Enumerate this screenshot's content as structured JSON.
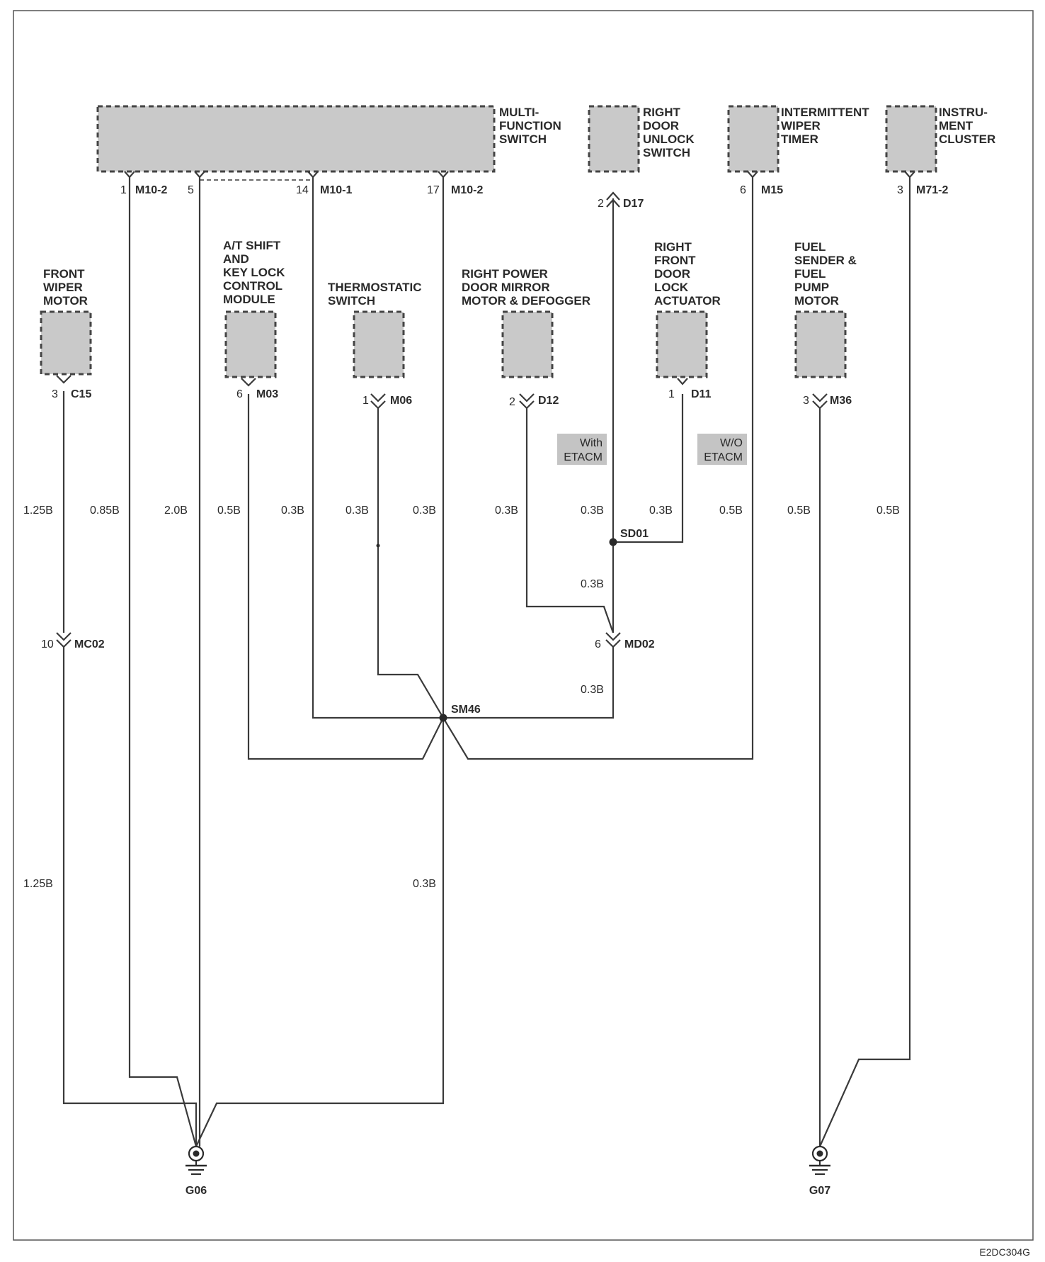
{
  "components": {
    "multi_function_switch": [
      "MULTI-",
      "FUNCTION",
      "SWITCH"
    ],
    "right_door_unlock_switch": [
      "RIGHT",
      "DOOR",
      "UNLOCK",
      "SWITCH"
    ],
    "intermittent_wiper_timer": [
      "INTERMITTENT",
      "WIPER",
      "TIMER"
    ],
    "instrument_cluster": [
      "INSTRU-",
      "MENT",
      "CLUSTER"
    ],
    "front_wiper_motor": [
      "FRONT",
      "WIPER",
      "MOTOR"
    ],
    "at_shift_key_lock": [
      "A/T SHIFT",
      "AND",
      "KEY LOCK",
      "CONTROL",
      "MODULE"
    ],
    "thermostatic_switch": [
      "THERMOSTATIC",
      "SWITCH"
    ],
    "right_power_door_mirror": [
      "RIGHT POWER",
      "DOOR MIRROR",
      "MOTOR & DEFOGGER"
    ],
    "right_front_door_lock_actuator": [
      "RIGHT",
      "FRONT",
      "DOOR",
      "LOCK",
      "ACTUATOR"
    ],
    "fuel_sender_pump": [
      "FUEL",
      "SENDER &",
      "FUEL",
      "PUMP",
      "MOTOR"
    ]
  },
  "pins": {
    "mfs_1": "1",
    "mfs_5": "5",
    "mfs_14": "14",
    "mfs_17": "17",
    "d17": "2",
    "m15": "6",
    "m71": "3",
    "c15": "3",
    "m03": "6",
    "m06": "1",
    "d12": "2",
    "d11": "1",
    "m36": "3",
    "mc02": "10",
    "md02": "6"
  },
  "connectors": {
    "m10_2a": "M10-2",
    "m10_1": "M10-1",
    "m10_2b": "M10-2",
    "d17": "D17",
    "m15": "M15",
    "m71_2": "M71-2",
    "c15": "C15",
    "m03": "M03",
    "m06": "M06",
    "d12": "D12",
    "d11": "D11",
    "m36": "M36",
    "mc02": "MC02",
    "md02": "MD02",
    "sd01": "SD01",
    "sm46": "SM46"
  },
  "gauges": {
    "c15_upper": "1.25B",
    "c15_lower": "1.25B",
    "mfs1": "0.85B",
    "mfs5": "2.0B",
    "m03": "0.5B",
    "mfs14": "0.3B",
    "m06": "0.3B",
    "mfs17": "0.3B",
    "d12": "0.3B",
    "d17": "0.3B",
    "d11": "0.3B",
    "m15": "0.5B",
    "m36": "0.5B",
    "m71": "0.5B",
    "sd01_md02": "0.3B",
    "md02_sm46": "0.3B",
    "sm46_ground": "0.3B"
  },
  "tags": {
    "with_etacm": [
      "With",
      "ETACM"
    ],
    "wo_etacm": [
      "W/O",
      "ETACM"
    ]
  },
  "grounds": {
    "g06": "G06",
    "g07": "G07"
  },
  "figure_id": "E2DC304G",
  "colors": {
    "wire": "#3a3a3a",
    "component_fill": "#c9c9c9",
    "tag_fill": "#c4c4c4",
    "frame": "#555555"
  }
}
